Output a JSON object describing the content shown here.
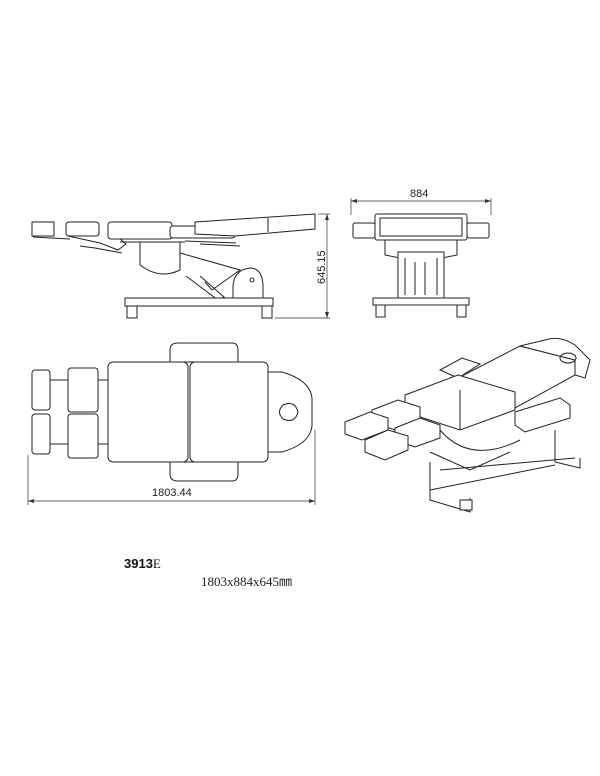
{
  "drawing": {
    "dimensions": {
      "height": "645.15",
      "width": "884",
      "length": "1803.44"
    },
    "model": {
      "number": "3913",
      "suffix": "E"
    },
    "size_label": "1803x884x645㎜"
  }
}
